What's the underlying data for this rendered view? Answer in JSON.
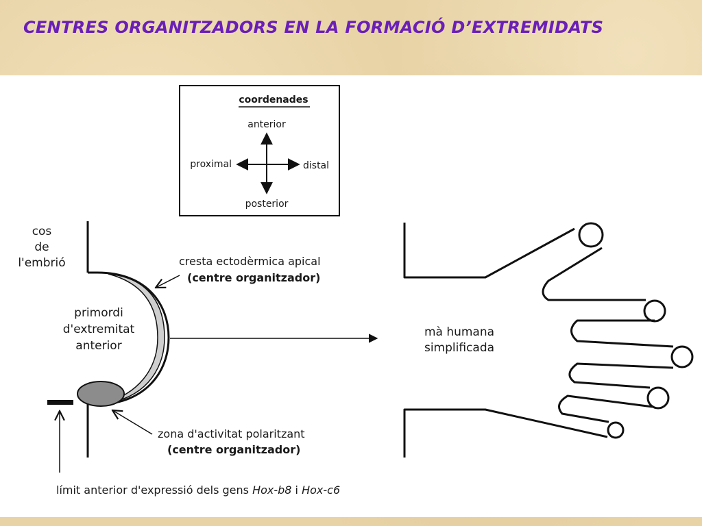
{
  "title": "CENTRES ORGANITZADORS EN LA FORMACIÓ D’EXTREMIDATS",
  "coordinates": {
    "heading": "coordenades",
    "anterior": "anterior",
    "posterior": "posterior",
    "proximal": "proximal",
    "distal": "distal"
  },
  "labels": {
    "body": [
      "cos",
      "de",
      "l'embrió"
    ],
    "limb_bud": [
      "primordi",
      "d'extremitat",
      "anterior"
    ],
    "aer": "cresta ectodèrmica apical",
    "aer_role": "(centre organitzador)",
    "zpa": "zona d'activitat polaritzant",
    "zpa_role": "(centre organitzador)",
    "hand": [
      "mà humana",
      "simplificada"
    ],
    "hox_prefix": "límit anterior d'expressió dels gens ",
    "hox_gene1": "Hox-b8",
    "hox_join": " i ",
    "hox_gene2": "Hox-c6"
  },
  "colors": {
    "title": "#6a1fb8",
    "background": "#e8d3a6",
    "zpa_fill": "#8c8c8c",
    "aer_fill": "#cfcfcf"
  }
}
